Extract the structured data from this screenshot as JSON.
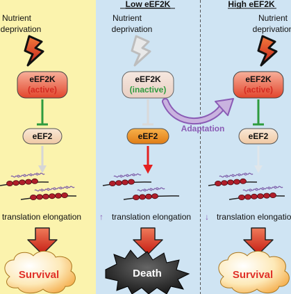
{
  "panels": [
    {
      "id": "left",
      "header": "",
      "nutrient_label": [
        "Nutrient",
        "deprivation"
      ],
      "eef2k_title": "eEF2K",
      "eef2k_state": "(active)",
      "eef2_label": "eEF2",
      "elongation_label": "translation elongation",
      "elongation_arrow": "",
      "outcome": "Survival"
    },
    {
      "id": "middle",
      "header": "Low eEF2K",
      "nutrient_label": [
        "Nutrient",
        "deprivation"
      ],
      "eef2k_title": "eEF2K",
      "eef2k_state": "(inactive)",
      "eef2_label": "eEF2",
      "elongation_label": "translation elongation",
      "elongation_arrow": "↑",
      "outcome": "Death"
    },
    {
      "id": "right",
      "header": "High eEF2K",
      "nutrient_label": [
        "Nutrient",
        "deprivation"
      ],
      "eef2k_title": "eEF2K",
      "eef2k_state": "(active)",
      "eef2_label": "eEF2",
      "elongation_label": "translation elongation",
      "elongation_arrow": "↓",
      "outcome": "Survival"
    }
  ],
  "adaptation_label": "Adaptation",
  "colors": {
    "left_bg": "#fbf3ad",
    "middle_bg": "#cfe4f3",
    "right_bg": "#cfe4f3",
    "active_red": "#d42a20",
    "inactive_green": "#2e9b3e",
    "inhibit_green": "#2e9b3e",
    "adaptation_purple": "#8a5bb5",
    "arrow_red": "#e32020",
    "ribosome": "#b01e2a",
    "outcome_text": "#e03028",
    "death_text": "#ffffff"
  },
  "icons": [
    "lightning-bolt-icon",
    "inhibition-bar-icon",
    "down-arrow-icon",
    "ribosome-icon",
    "adaptation-arrow-icon"
  ]
}
